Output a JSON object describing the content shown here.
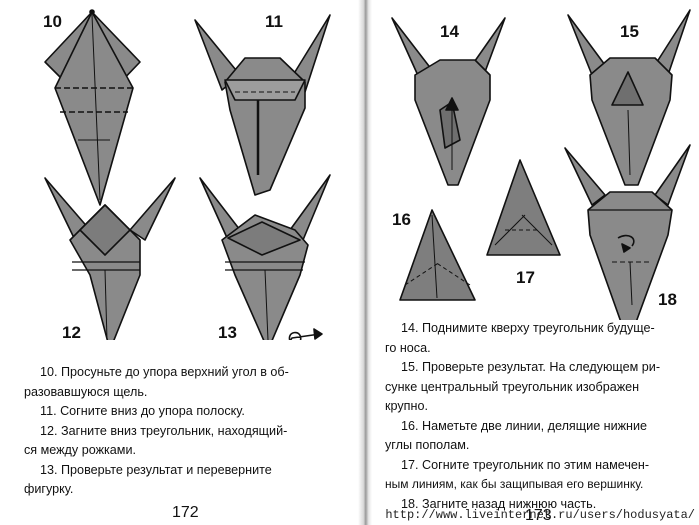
{
  "left_page": {
    "figure_numbers": [
      "10",
      "11",
      "12",
      "13"
    ],
    "instructions": [
      "10. Просуньте до упора верхний угол в об-",
      "разовавшуюся щель.",
      "11. Согните вниз до упора полоску.",
      "12. Загните вниз треугольник, находящий-",
      "ся между рожками.",
      "13. Проверьте результат и переверните",
      "фигурку."
    ],
    "page_number": "172"
  },
  "right_page": {
    "figure_numbers": [
      "14",
      "15",
      "16",
      "17",
      "18"
    ],
    "instructions": [
      "14. Поднимите кверху треугольник будуще-",
      "го носа.",
      "15. Проверьте результат. На следующем ри-",
      "сунке центральный треугольник изображен",
      "крупно.",
      "16. Наметьте две линии, делящие нижние",
      "углы пополам.",
      "17. Согните треугольник по этим намечен-",
      "ным линиям, как бы защипывая его вершинку.",
      "18. Загните назад нижнюю часть."
    ],
    "page_number": "173"
  },
  "watermark": "http://www.liveinternet.ru/users/hodusyata/",
  "colors": {
    "paper": "#ffffff",
    "fill": "#8a8a8a",
    "ink": "#111111"
  }
}
